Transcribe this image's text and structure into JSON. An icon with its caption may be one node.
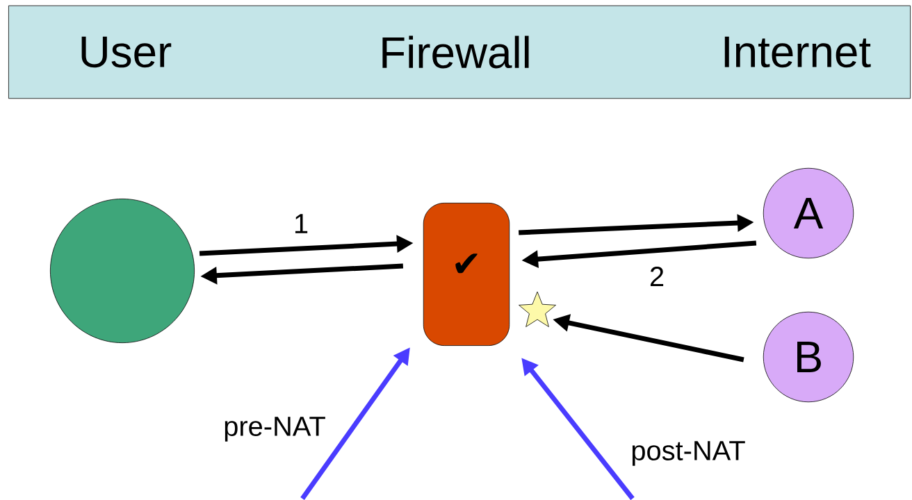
{
  "diagram": {
    "nodes": [
      {
        "text": [
          "User",
          "Firewall",
          "Internet"
        ]
      },
      {
        "text": [],
        "shape": "circle"
      },
      {
        "text": [
          "✔"
        ]
      },
      {
        "text": [
          "A"
        ]
      },
      {
        "text": [],
        "shape": "star"
      },
      {
        "text": [
          "B"
        ]
      }
    ],
    "edges": [
      {
        "from": 1,
        "to": 2,
        "arrow": "to",
        "label": "1"
      },
      {
        "from": 2,
        "to": 1,
        "arrow": "to"
      },
      {
        "from": 2,
        "to": 3,
        "arrow": "to"
      },
      {
        "from": 3,
        "to": 2,
        "arrow": "to",
        "label": "2"
      },
      {
        "from": 5,
        "to": 4,
        "arrow": "to"
      },
      {
        "from": null,
        "to": 2,
        "arrow": "to",
        "label": "pre-NAT",
        "color": "#4a3cff"
      },
      {
        "from": null,
        "to": 2,
        "arrow": "to",
        "label": "post-NAT",
        "color": "#4a3cff"
      }
    ]
  }
}
